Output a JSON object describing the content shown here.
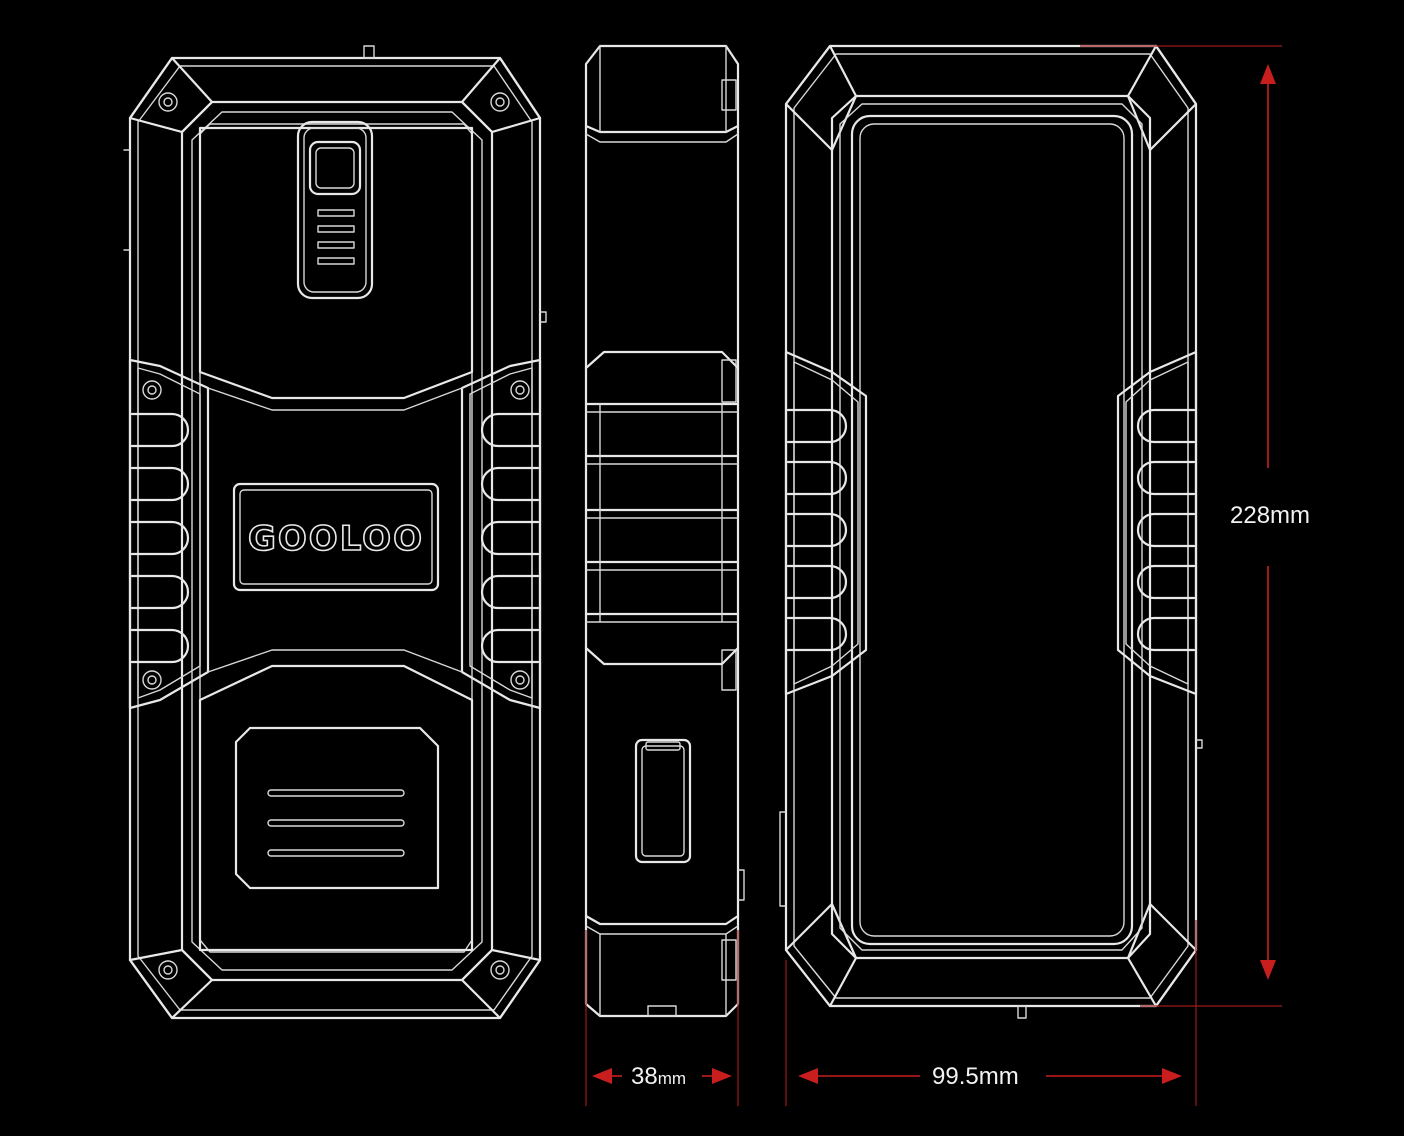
{
  "brand": {
    "logo_text": "GOOLOO"
  },
  "dimensions": {
    "height": {
      "value": "228",
      "unit": "mm"
    },
    "depth": {
      "value": "38",
      "unit": "mm"
    },
    "width": {
      "value": "99.5",
      "unit": "mm"
    }
  },
  "colors": {
    "background": "#000000",
    "line": "#e8e8e8",
    "dimension": "#c81e1e"
  }
}
